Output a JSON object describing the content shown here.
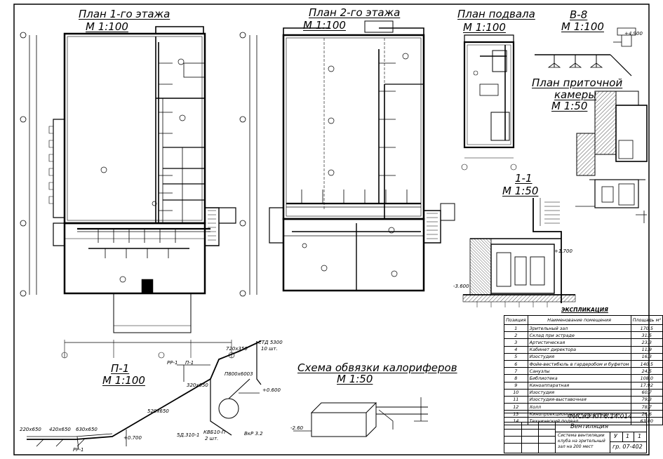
{
  "titles": {
    "plan1": "План 1-го этажа",
    "plan1_scale": "М 1:100",
    "plan2": "План 2-го этажа",
    "plan2_scale": "М 1:100",
    "basement": "План подвала",
    "basement_scale": "М 1:100",
    "v8": "В-8",
    "v8_scale": "М 1:100",
    "supply": "План приточной",
    "supply2": "камеры",
    "supply_scale": "М 1:50",
    "section": "1-1",
    "section_scale": "М 1:50",
    "p1": "П-1",
    "p1_scale": "М 1:100",
    "heater": "Схема обвязки калориферов",
    "heater_scale": "М 1:50",
    "explication": "ЭКСПЛИКАЦИЯ"
  },
  "explication": {
    "headers": [
      "Позиция",
      "Наименование помещения",
      "Площадь м²"
    ],
    "rows": [
      [
        "1",
        "Зрительный зал",
        "170,5"
      ],
      [
        "2",
        "Склад при эстраде",
        "31,5"
      ],
      [
        "3",
        "Артистическая",
        "23,3"
      ],
      [
        "4",
        "Кабинет директора",
        "11,9"
      ],
      [
        "5",
        "Изостудия",
        "16,3"
      ],
      [
        "6",
        "Фойе-вестибюль в гардеробом и буфетом",
        "140,5"
      ],
      [
        "7",
        "Санузлы",
        "24,5"
      ],
      [
        "8",
        "Библиотека",
        "108,0"
      ],
      [
        "9",
        "Киноаппаратная",
        "17,92"
      ],
      [
        "10",
        "Изостудия",
        "60,7"
      ],
      [
        "11",
        "Изостудия-выставочная",
        "79,3"
      ],
      [
        "12",
        "Холл",
        "78,7"
      ],
      [
        "13",
        "Кинопроекционная и киноаппаратная",
        "26,6"
      ],
      [
        "14",
        "Технический подвал",
        "63,80"
      ]
    ]
  },
  "stamp": {
    "code": "ФИСиЭ КП 6.14.014",
    "name": "Вентиляция",
    "desc1": "Система вентиляции",
    "desc2": "клуба на зрительный",
    "desc3": "зал на 200 мест",
    "stage": "У",
    "sheet": "1",
    "sheets": "1",
    "group": "гр. 07-402"
  },
  "labels": {
    "d1": "220x650",
    "d2": "420x650",
    "d3": "630x650",
    "d4": "520x650",
    "d5": "320x650",
    "d6": "720x350",
    "d7": "СТД 5300",
    "d8": "10 шт.",
    "d9": "П800x6003",
    "d10": "КВБ10-П",
    "d11": "2 шт.",
    "d12": "5Д.310-1",
    "d13": "ВкР 3.2",
    "d14": "П-1",
    "d15": "РР-1",
    "d16": "РР-1",
    "d17": "-2.60",
    "d18": "+0.600",
    "d19": "+0.700",
    "d20": "+4.900",
    "d21": "+1.700",
    "d22": "-3.600"
  }
}
